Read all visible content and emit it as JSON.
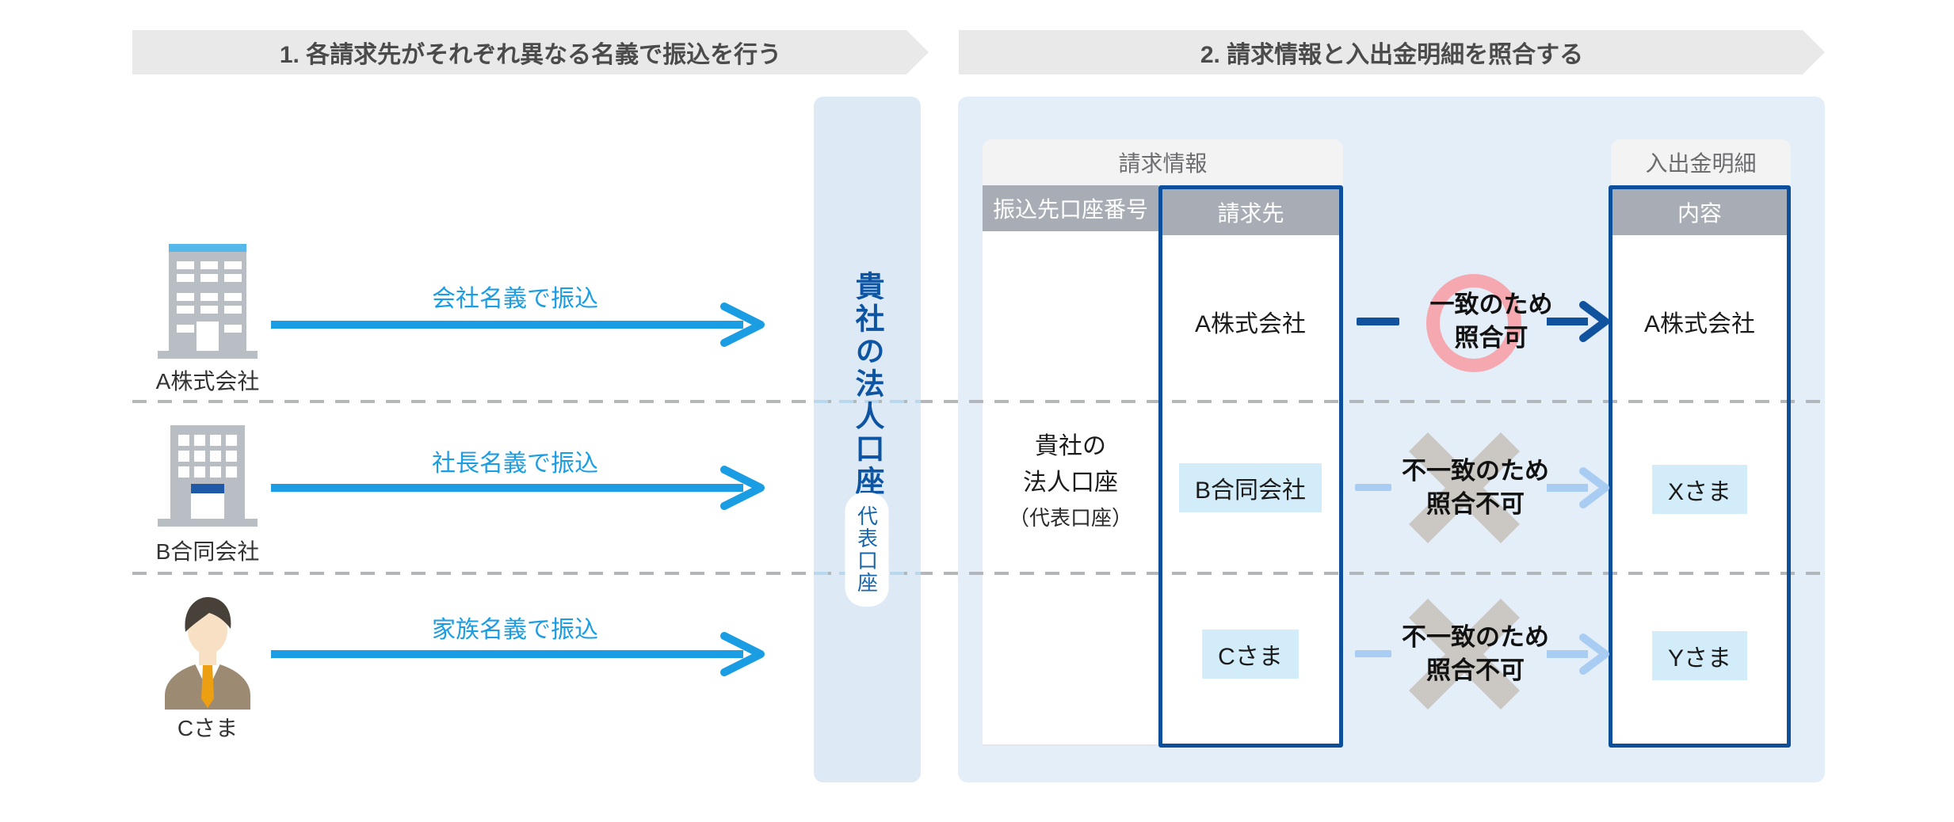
{
  "steps": [
    "1. 各請求先がそれぞれ異なる名義で振込を行う",
    "2. 請求情報と入出金明細を照合する"
  ],
  "senders": [
    {
      "name": "A株式会社",
      "icon": "office-building-icon",
      "transfer_label": "会社名義で振込"
    },
    {
      "name": "B合同会社",
      "icon": "small-building-icon",
      "transfer_label": "社長名義で振込"
    },
    {
      "name": "Cさま",
      "icon": "person-icon",
      "transfer_label": "家族名義で振込"
    }
  ],
  "corporate_account_panel": {
    "title": "貴社の法人口座",
    "badge": "代表口座"
  },
  "billing": {
    "title": "請求情報",
    "col_account": "振込先口座番号",
    "col_billto": "請求先",
    "account_cell": [
      "貴社の",
      "法人口座",
      "（代表口座）"
    ],
    "rows": [
      "A株式会社",
      "B合同会社",
      "Cさま"
    ]
  },
  "statement": {
    "title": "入出金明細",
    "col": "内容",
    "rows": [
      "A株式会社",
      "Xさま",
      "Yさま"
    ]
  },
  "matches": [
    {
      "result": "match",
      "line1": "一致のため",
      "line2": "照合可"
    },
    {
      "result": "mismatch",
      "line1": "不一致のため",
      "line2": "照合不可"
    },
    {
      "result": "mismatch",
      "line1": "不一致のため",
      "line2": "照合不可"
    }
  ],
  "colors": {
    "accent_blue": "#1a9de3",
    "navy": "#0e4f9c",
    "navy_arrow": "#11529f",
    "light_arrow": "#a9cdf2",
    "panel_mid": "#dde9f5",
    "panel_right": "#e4eef8",
    "highlight_cell": "#d3ecfa",
    "gray_header": "#a8adb5",
    "band_bg": "#f3f3f4",
    "banner_bg": "#e9e9ea",
    "ring_pink": "#f5a8af",
    "x_gray": "#cbc8c3",
    "dash_gray": "#b4b7ba",
    "dash_blue": "#b9d7ed",
    "title_blue": "#0d55a2"
  }
}
